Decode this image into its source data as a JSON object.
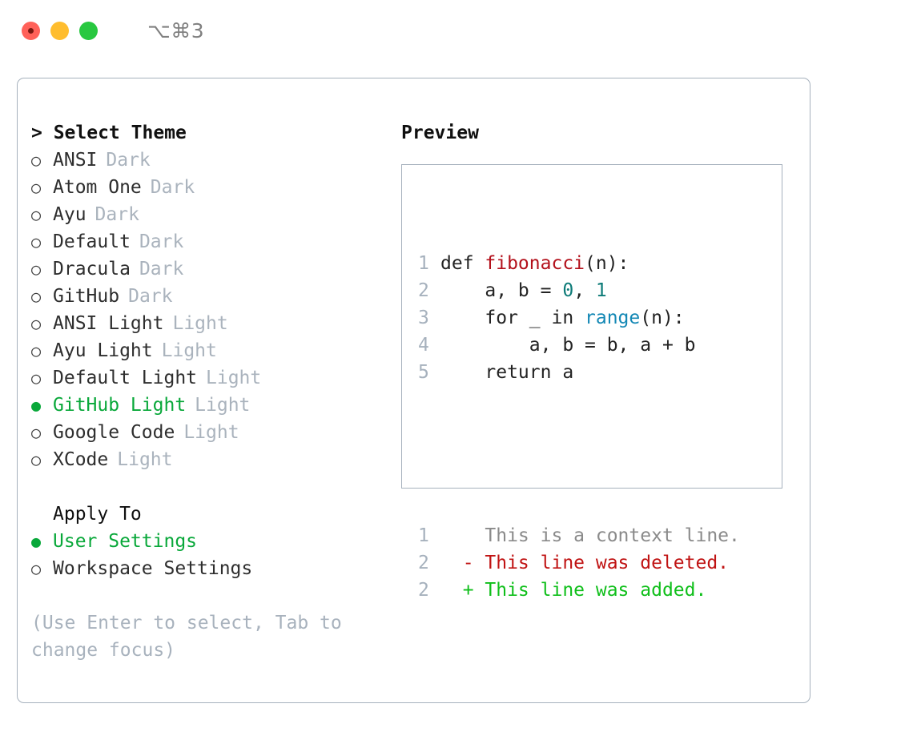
{
  "titlebar": {
    "shortcut": "⌥⌘3",
    "buttons": [
      {
        "name": "close",
        "color": "#ff6159"
      },
      {
        "name": "minimize",
        "color": "#ffbd2e"
      },
      {
        "name": "maximize",
        "color": "#28c840"
      }
    ]
  },
  "theme_picker": {
    "header": "> Select Theme",
    "marker_selected": "●",
    "marker_unselected": "○",
    "items": [
      {
        "label": "ANSI",
        "variant": "Dark",
        "selected": false
      },
      {
        "label": "Atom One",
        "variant": "Dark",
        "selected": false
      },
      {
        "label": "Ayu",
        "variant": "Dark",
        "selected": false
      },
      {
        "label": "Default",
        "variant": "Dark",
        "selected": false
      },
      {
        "label": "Dracula",
        "variant": "Dark",
        "selected": false
      },
      {
        "label": "GitHub",
        "variant": "Dark",
        "selected": false
      },
      {
        "label": "ANSI Light",
        "variant": "Light",
        "selected": false
      },
      {
        "label": "Ayu Light",
        "variant": "Light",
        "selected": false
      },
      {
        "label": "Default Light",
        "variant": "Light",
        "selected": false
      },
      {
        "label": "GitHub Light",
        "variant": "Light",
        "selected": true
      },
      {
        "label": "Google Code",
        "variant": "Light",
        "selected": false
      },
      {
        "label": "XCode",
        "variant": "Light",
        "selected": false
      }
    ]
  },
  "apply_to": {
    "header": "Apply To",
    "items": [
      {
        "label": "User Settings",
        "selected": true
      },
      {
        "label": "Workspace Settings",
        "selected": false
      }
    ]
  },
  "hint": "(Use Enter to select, Tab to change focus)",
  "preview": {
    "title": "Preview",
    "code_lines": [
      {
        "num": "1",
        "segments": [
          {
            "text": "def ",
            "kind": "plain"
          },
          {
            "text": "fibonacci",
            "kind": "func"
          },
          {
            "text": "(n):",
            "kind": "plain"
          }
        ]
      },
      {
        "num": "2",
        "segments": [
          {
            "text": "    a, b = ",
            "kind": "plain"
          },
          {
            "text": "0",
            "kind": "num"
          },
          {
            "text": ", ",
            "kind": "plain"
          },
          {
            "text": "1",
            "kind": "num"
          }
        ]
      },
      {
        "num": "3",
        "segments": [
          {
            "text": "    for _ in ",
            "kind": "plain"
          },
          {
            "text": "range",
            "kind": "call"
          },
          {
            "text": "(n):",
            "kind": "plain"
          }
        ]
      },
      {
        "num": "4",
        "segments": [
          {
            "text": "        a, b = b, a + b",
            "kind": "plain"
          }
        ]
      },
      {
        "num": "5",
        "segments": [
          {
            "text": "    return a",
            "kind": "plain"
          }
        ]
      }
    ],
    "diff_lines": [
      {
        "num": "1",
        "sign": " ",
        "text": " This is a context line.",
        "kind": "ctx"
      },
      {
        "num": "2",
        "sign": "-",
        "text": " This line was deleted.",
        "kind": "del"
      },
      {
        "num": "2",
        "sign": "+",
        "text": " This line was added.",
        "kind": "add"
      }
    ]
  },
  "colors": {
    "accent_green": "#09a83a",
    "muted": "#aab3bd",
    "border": "#a6b1bd",
    "func_red": "#b3101b",
    "number_teal": "#0d7b78",
    "call_blue": "#1488b5",
    "diff_add": "#0fbf1a",
    "diff_del": "#c01313"
  }
}
